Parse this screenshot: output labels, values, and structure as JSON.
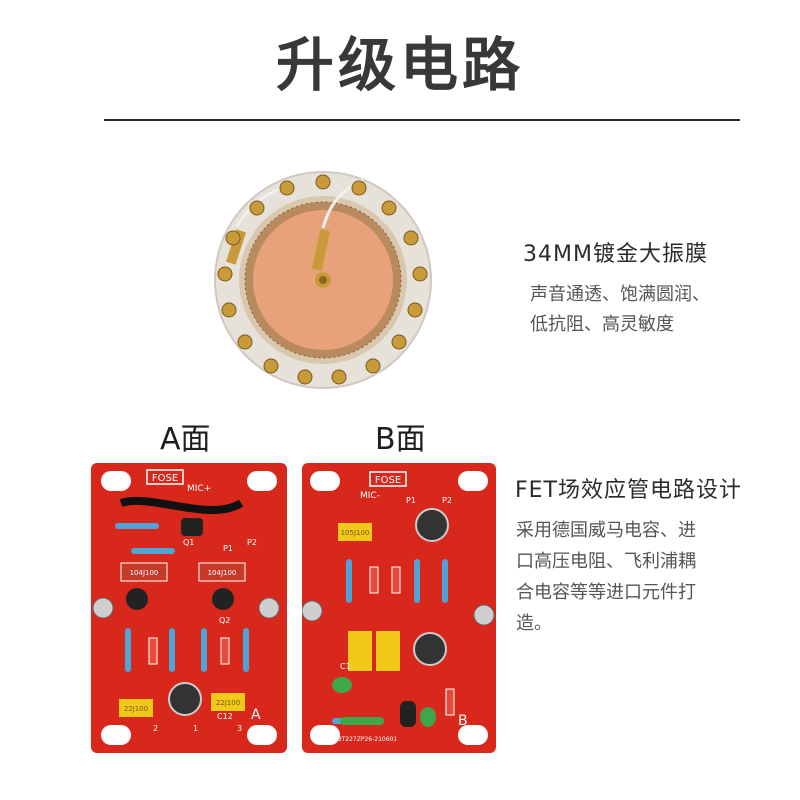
{
  "page": {
    "title": "升级电路"
  },
  "feature_diaphragm": {
    "title": "34MM镀金大振膜",
    "desc_line1": "声音通透、饱满圆润、",
    "desc_line2": "低抗阻、高灵敏度"
  },
  "board_a": {
    "side_label": "A面",
    "brand": "FOSE",
    "mic_label": "MIC+",
    "q1": "Q1",
    "p1": "P1",
    "p2": "P2",
    "cap1": "104J100",
    "cap2": "104J100",
    "q2": "Q2",
    "cap3": "22J100",
    "cap4": "22J100",
    "c12": "C12",
    "corner": "A",
    "pin2": "2",
    "pin1": "1",
    "pin3": "3"
  },
  "board_b": {
    "side_label": "B面",
    "brand": "FOSE",
    "mic_label": "MIC-",
    "p1": "P1",
    "p2": "P2",
    "cap1": "105J100",
    "c1": "C1",
    "corner": "B",
    "serial": "43T227ZP26-210601"
  },
  "feature_fet": {
    "title": "FET场效应管电路设计",
    "desc_line1": "采用德国威马电容、进",
    "desc_line2": "口高压电阻、飞利浦耦",
    "desc_line3": "合电容等等进口元件打",
    "desc_line4": "造。"
  },
  "colors": {
    "pcb": "#d8281c",
    "pcb_dark": "#b81c12",
    "diaphragm": "#e8a27a",
    "ring": "#e7e3dc",
    "gold": "#c99a3a",
    "cap_yellow": "#f2c81a",
    "resistor": "#4fa3d6"
  }
}
